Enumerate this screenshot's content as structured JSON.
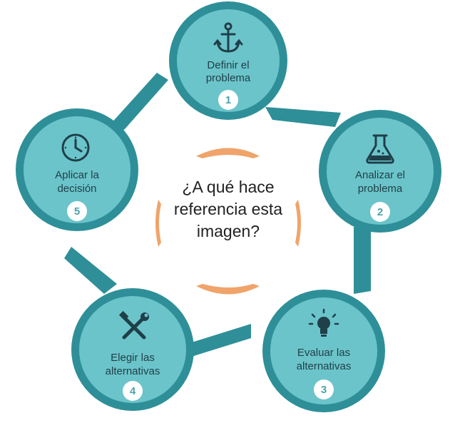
{
  "center": {
    "lines": [
      "¿A qué hace",
      "referencia esta",
      "imagen?"
    ]
  },
  "steps": [
    {
      "number": "1",
      "line1": "Definir el",
      "line2": "problema",
      "icon": "anchor-icon"
    },
    {
      "number": "2",
      "line1": "Analizar el",
      "line2": "problema",
      "icon": "flask-icon"
    },
    {
      "number": "3",
      "line1": "Evaluar las",
      "line2": "alternativas",
      "icon": "lightbulb-icon"
    },
    {
      "number": "4",
      "line1": "Elegir las",
      "line2": "alternativas",
      "icon": "tools-icon"
    },
    {
      "number": "5",
      "line1": "Aplicar la",
      "line2": "decisión",
      "icon": "clock-icon"
    }
  ],
  "colors": {
    "ring_outer": "#2e8f98",
    "ring_inner": "#6bc4ca",
    "badge": "#ffffff",
    "number": "#4aa3aa",
    "icon": "#1f3f49",
    "accent": "#f0a46a"
  }
}
